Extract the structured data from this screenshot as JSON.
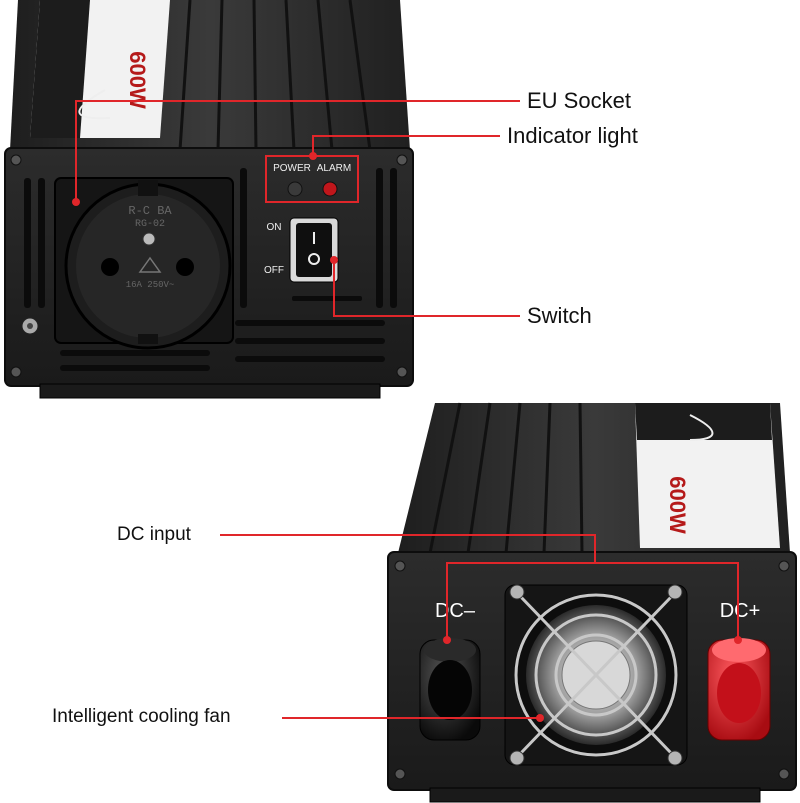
{
  "callouts": {
    "eu_socket": "EU Socket",
    "indicator_light": "Indicator light",
    "switch": "Switch",
    "dc_input": "DC input",
    "cooling_fan": "Intelligent cooling fan"
  },
  "panel_top": {
    "power_label": "POWER",
    "alarm_label": "ALARM",
    "on_label": "ON",
    "off_label": "OFF",
    "socket_brand": "R-C  BA",
    "socket_model": "RG-02",
    "socket_rating": "16A  250V~",
    "rating_label": "600W"
  },
  "panel_bottom": {
    "dc_minus": "DC–",
    "dc_plus": "DC+",
    "rating_label": "600W"
  },
  "colors": {
    "body_dark": "#1b1b1b",
    "panel": "#262626",
    "leader_line": "#e0262a",
    "terminal_red": "#d8141c",
    "terminal_black": "#111111",
    "alarm_led": "#c0161b"
  }
}
